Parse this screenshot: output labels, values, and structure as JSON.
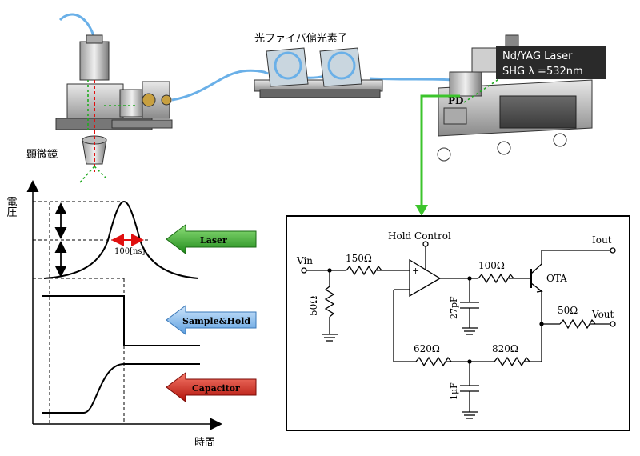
{
  "apparatus": {
    "fiber_polarizer_label": "光ファイバ偏光素子",
    "microscope_label": "顕微鏡",
    "laser_label_line1": "Nd/YAG Laser",
    "laser_label_line2": "SHG λ =532nm",
    "pd_label": "PD"
  },
  "timing": {
    "y_axis_label": "電圧",
    "x_axis_label": "時間",
    "pulse_width_label": "100[ns]",
    "arrows": [
      {
        "label": "Laser",
        "color": "#2ea02c"
      },
      {
        "label": "Sample&Hold",
        "color": "#79b4ea"
      },
      {
        "label": "Capacitor",
        "color": "#d11a12"
      }
    ]
  },
  "circuit": {
    "hold_control": "Hold Control",
    "vin": "Vin",
    "r_input": "150Ω",
    "r_shunt": "50Ω",
    "r_ota_in": "100Ω",
    "cap_hold": "27pF",
    "ota": "OTA",
    "iout": "Iout",
    "r_out": "50Ω",
    "vout": "Vout",
    "r_fb1": "620Ω",
    "r_fb2": "820Ω",
    "cap_fb": "1μF",
    "plus": "+",
    "minus": "−"
  }
}
